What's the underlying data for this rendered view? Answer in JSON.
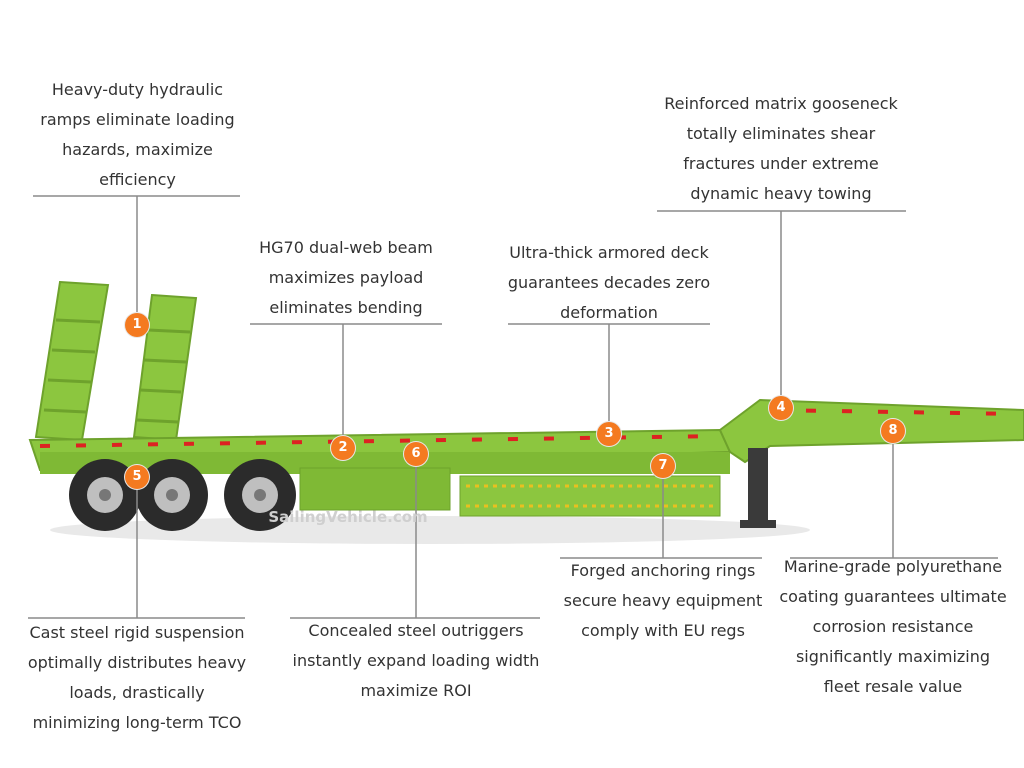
{
  "colors": {
    "body": "#8cc63f",
    "body_dark": "#6ea22c",
    "tyre": "#2b2b2b",
    "badge": "#f47a20",
    "line": "#8a8a8a",
    "text": "#333333"
  },
  "watermark": "SailingVehicle.com",
  "callouts": [
    {
      "num": "1",
      "text": "Heavy-duty hydraulic\nramps eliminate loading\nhazards, maximize\nefficiency"
    },
    {
      "num": "2",
      "text": "HG70 dual-web beam\nmaximizes payload\neliminates bending"
    },
    {
      "num": "3",
      "text": "Ultra-thick armored deck\nguarantees decades zero\ndeformation"
    },
    {
      "num": "4",
      "text": "Reinforced matrix gooseneck\ntotally eliminates shear\nfractures under extreme\ndynamic heavy towing"
    },
    {
      "num": "5",
      "text": "Cast steel rigid suspension\noptimally distributes heavy\nloads, drastically\nminimizing long-term TCO"
    },
    {
      "num": "6",
      "text": "Concealed steel outriggers\ninstantly expand loading width\nmaximize ROI"
    },
    {
      "num": "7",
      "text": "Forged anchoring rings\nsecure heavy equipment\ncomply with EU regs"
    },
    {
      "num": "8",
      "text": "Marine-grade polyurethane\ncoating guarantees ultimate\ncorrosion resistance\nsignificantly maximizing\nfleet resale value"
    }
  ]
}
